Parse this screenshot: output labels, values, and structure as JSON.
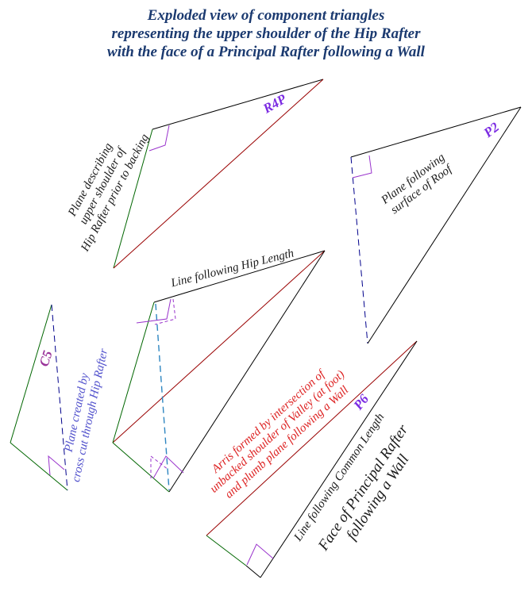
{
  "title": {
    "text": "Exploded view of component triangles\nrepresenting the upper shoulder of the Hip Rafter\nwith the face of a Principal Rafter following a Wall"
  },
  "labels": {
    "r4p": "R4P",
    "p2": "P2",
    "c5": "C5",
    "p6": "P6"
  },
  "annotations": {
    "r4p_plane": "Plane describing\nupper shoulder of\nHip Rafter prior to backing",
    "p2_plane": "Plane following\nsurface of Roof",
    "hip_length": "Line following Hip Length",
    "c5_plane": "Plane created by\ncross cut through Hip Rafter",
    "arris": "Arris formed by intersection of\nunbacked shoulder of Valley (at foot)\nand plumb plane following a Wall",
    "common_length": "Line following Common Length",
    "principal_face": "Face of Principal Rafter\nfollowing a Wall"
  },
  "colors": {
    "title_navy": "#1b3a70",
    "line_black": "#000000",
    "line_green": "#006600",
    "line_dark_red": "#990000",
    "line_navy": "#00008b",
    "line_dashed_blue": "#2e86c1",
    "marker_purple": "#9933cc",
    "label_violet": "#7b2be2",
    "label_c5_purple": "#993399",
    "text_black": "#1a1a1a",
    "text_blue": "#5050cc",
    "text_red": "#dd2222"
  }
}
